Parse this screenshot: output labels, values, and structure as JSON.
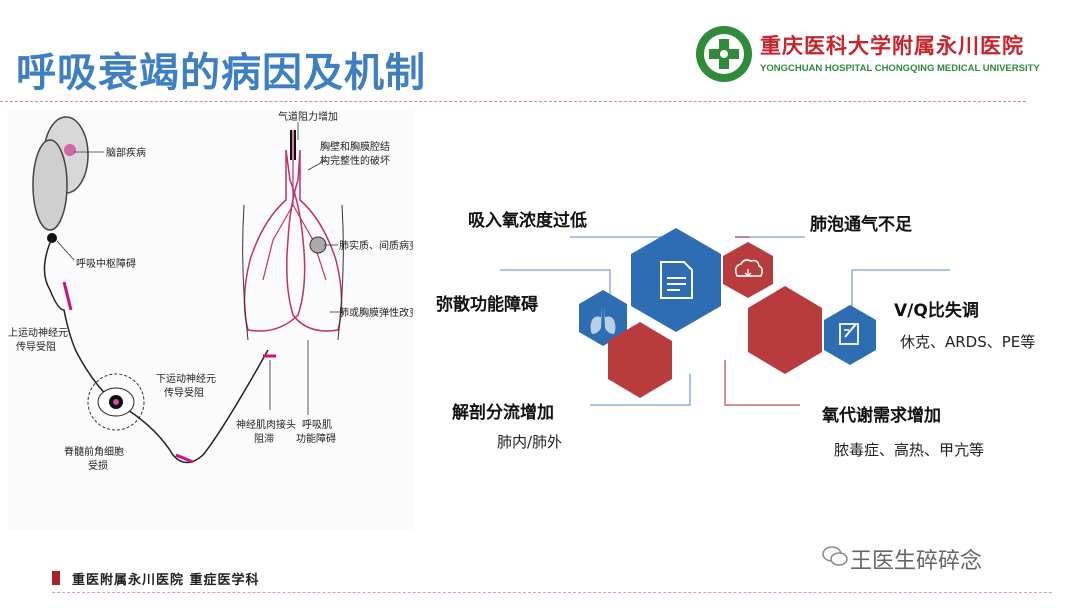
{
  "slide": {
    "title": "呼吸衰竭的病因及机制"
  },
  "logo": {
    "cn": "重庆医科大学附属永川医院",
    "en": "YONGCHUAN HOSPITAL CHONGQING MEDICAL UNIVERSITY"
  },
  "diagram": {
    "labels": {
      "brain": "脑部疾病",
      "resp_center": "呼吸中枢障碍",
      "upper_motor_1": "上运动神经元",
      "upper_motor_2": "传导受阻",
      "lower_motor_1": "下运动神经元",
      "lower_motor_2": "传导受阻",
      "anterior_horn_1": "脊髓前角细胞",
      "anterior_horn_2": "受损",
      "nmj_1": "神经肌肉接头",
      "nmj_2": "阻滞",
      "resp_muscle_1": "呼吸肌",
      "resp_muscle_2": "功能障碍",
      "airway": "气道阻力增加",
      "chest_wall_1": "胸壁和胸膜腔结",
      "chest_wall_2": "构完整性的破坏",
      "parenchyma": "肺实质、间质病变",
      "elasticity": "肺或胸膜弹性改变"
    }
  },
  "causes": {
    "inhaled_o2": "吸入氧浓度过低",
    "alveolar": "肺泡通气不足",
    "diffusion": "弥散功能障碍",
    "vq": "V/Q比失调",
    "vq_examples": "休克、ARDS、PE等",
    "shunt": "解剖分流增加",
    "shunt_examples": "肺内/肺外",
    "o2_demand": "氧代谢需求增加",
    "o2_demand_examples": "脓毒症、高热、甲亢等"
  },
  "colors": {
    "blue": "#2e6db1",
    "red": "#b83b3e",
    "title_blue": "#3d7fc1",
    "line": "#8ab0d6"
  },
  "icons": [
    "document-icon",
    "cloud-icon",
    "lungs-icon",
    "edit-icon"
  ],
  "footer": {
    "text": "重医附属永川医院 重症医学科",
    "watermark": "王医生碎碎念"
  }
}
